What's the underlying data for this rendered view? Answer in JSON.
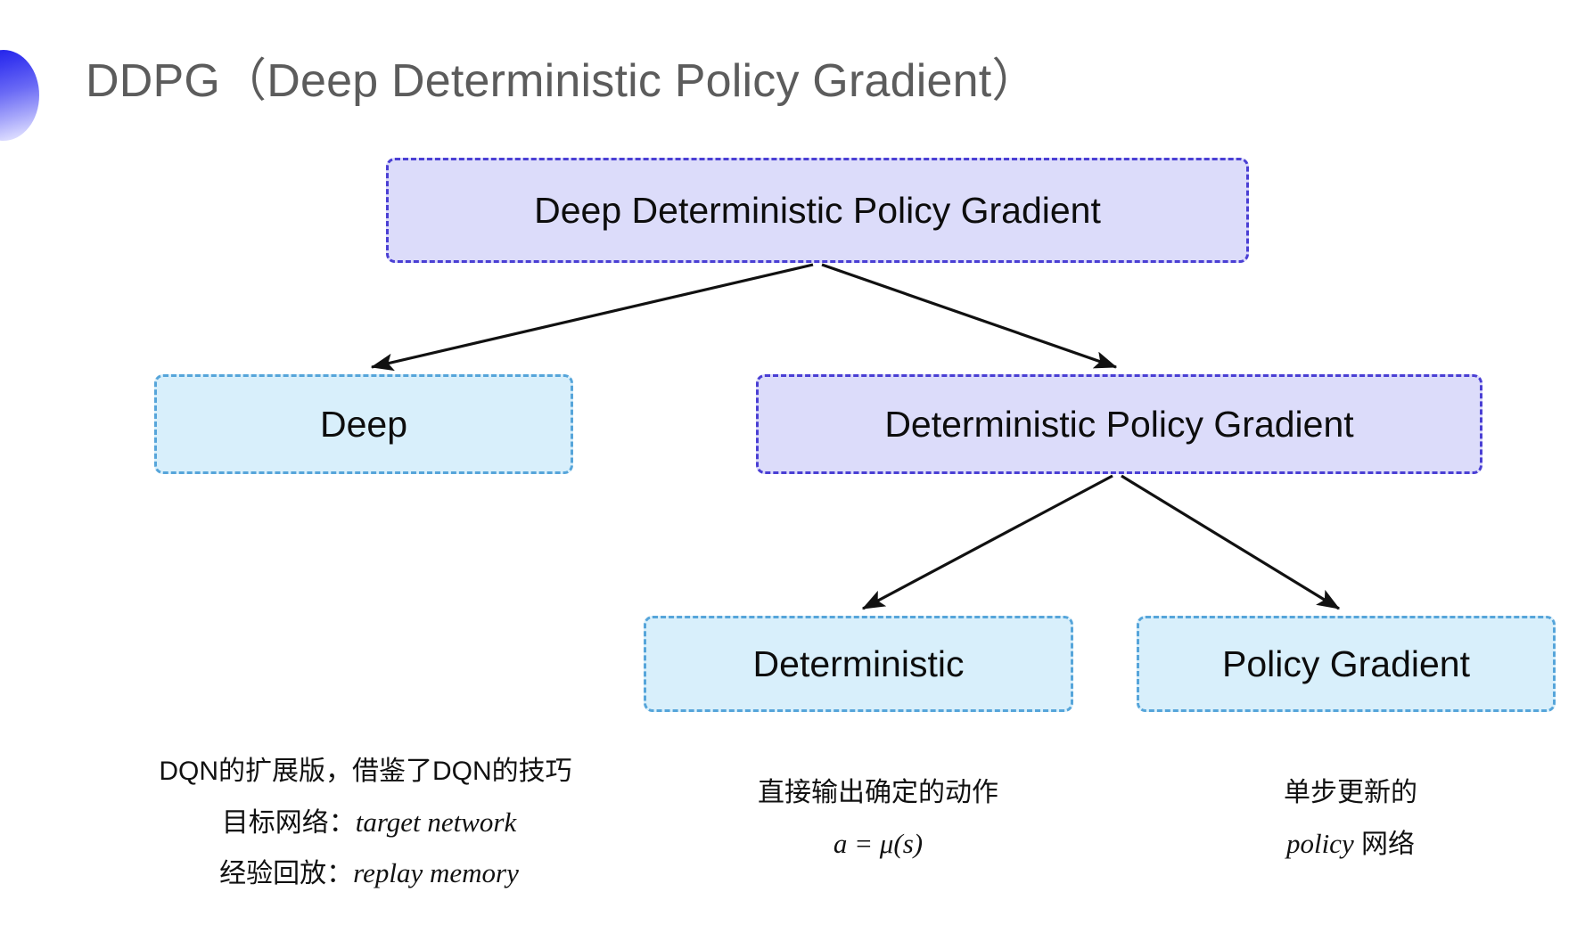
{
  "slide": {
    "title": "DDPG（Deep Deterministic Policy Gradient）",
    "bullet_icon": "gradient-circle-icon",
    "background_color": "#ffffff",
    "title_color": "#5c5c5c"
  },
  "colors": {
    "purple_fill": "#dcdcfa",
    "purple_border": "#4a3fd4",
    "blue_fill": "#d8effb",
    "blue_border": "#56a5da",
    "arrow": "#111111"
  },
  "diagram": {
    "type": "tree",
    "nodes": {
      "root": {
        "label": "Deep Deterministic Policy Gradient",
        "style": "purple"
      },
      "deep": {
        "label": "Deep",
        "style": "blue"
      },
      "dpg": {
        "label": "Deterministic Policy Gradient",
        "style": "purple"
      },
      "deterministic": {
        "label": "Deterministic",
        "style": "blue"
      },
      "policy_gradient": {
        "label": "Policy Gradient",
        "style": "blue"
      }
    },
    "edges": [
      {
        "from": "root",
        "to": "deep"
      },
      {
        "from": "root",
        "to": "dpg"
      },
      {
        "from": "dpg",
        "to": "deterministic"
      },
      {
        "from": "dpg",
        "to": "policy_gradient"
      }
    ]
  },
  "annotations": {
    "deep": {
      "line1": "DQN的扩展版，借鉴了DQN的技巧",
      "line2_label": "目标网络：",
      "line2_term": "target network",
      "line3_label": "经验回放：",
      "line3_term": "replay memory"
    },
    "deterministic": {
      "line1": "直接输出确定的动作",
      "formula": "a = μ(s)"
    },
    "policy_gradient": {
      "line1": "单步更新的",
      "line2_term": "policy",
      "line2_suffix": " 网络"
    }
  }
}
